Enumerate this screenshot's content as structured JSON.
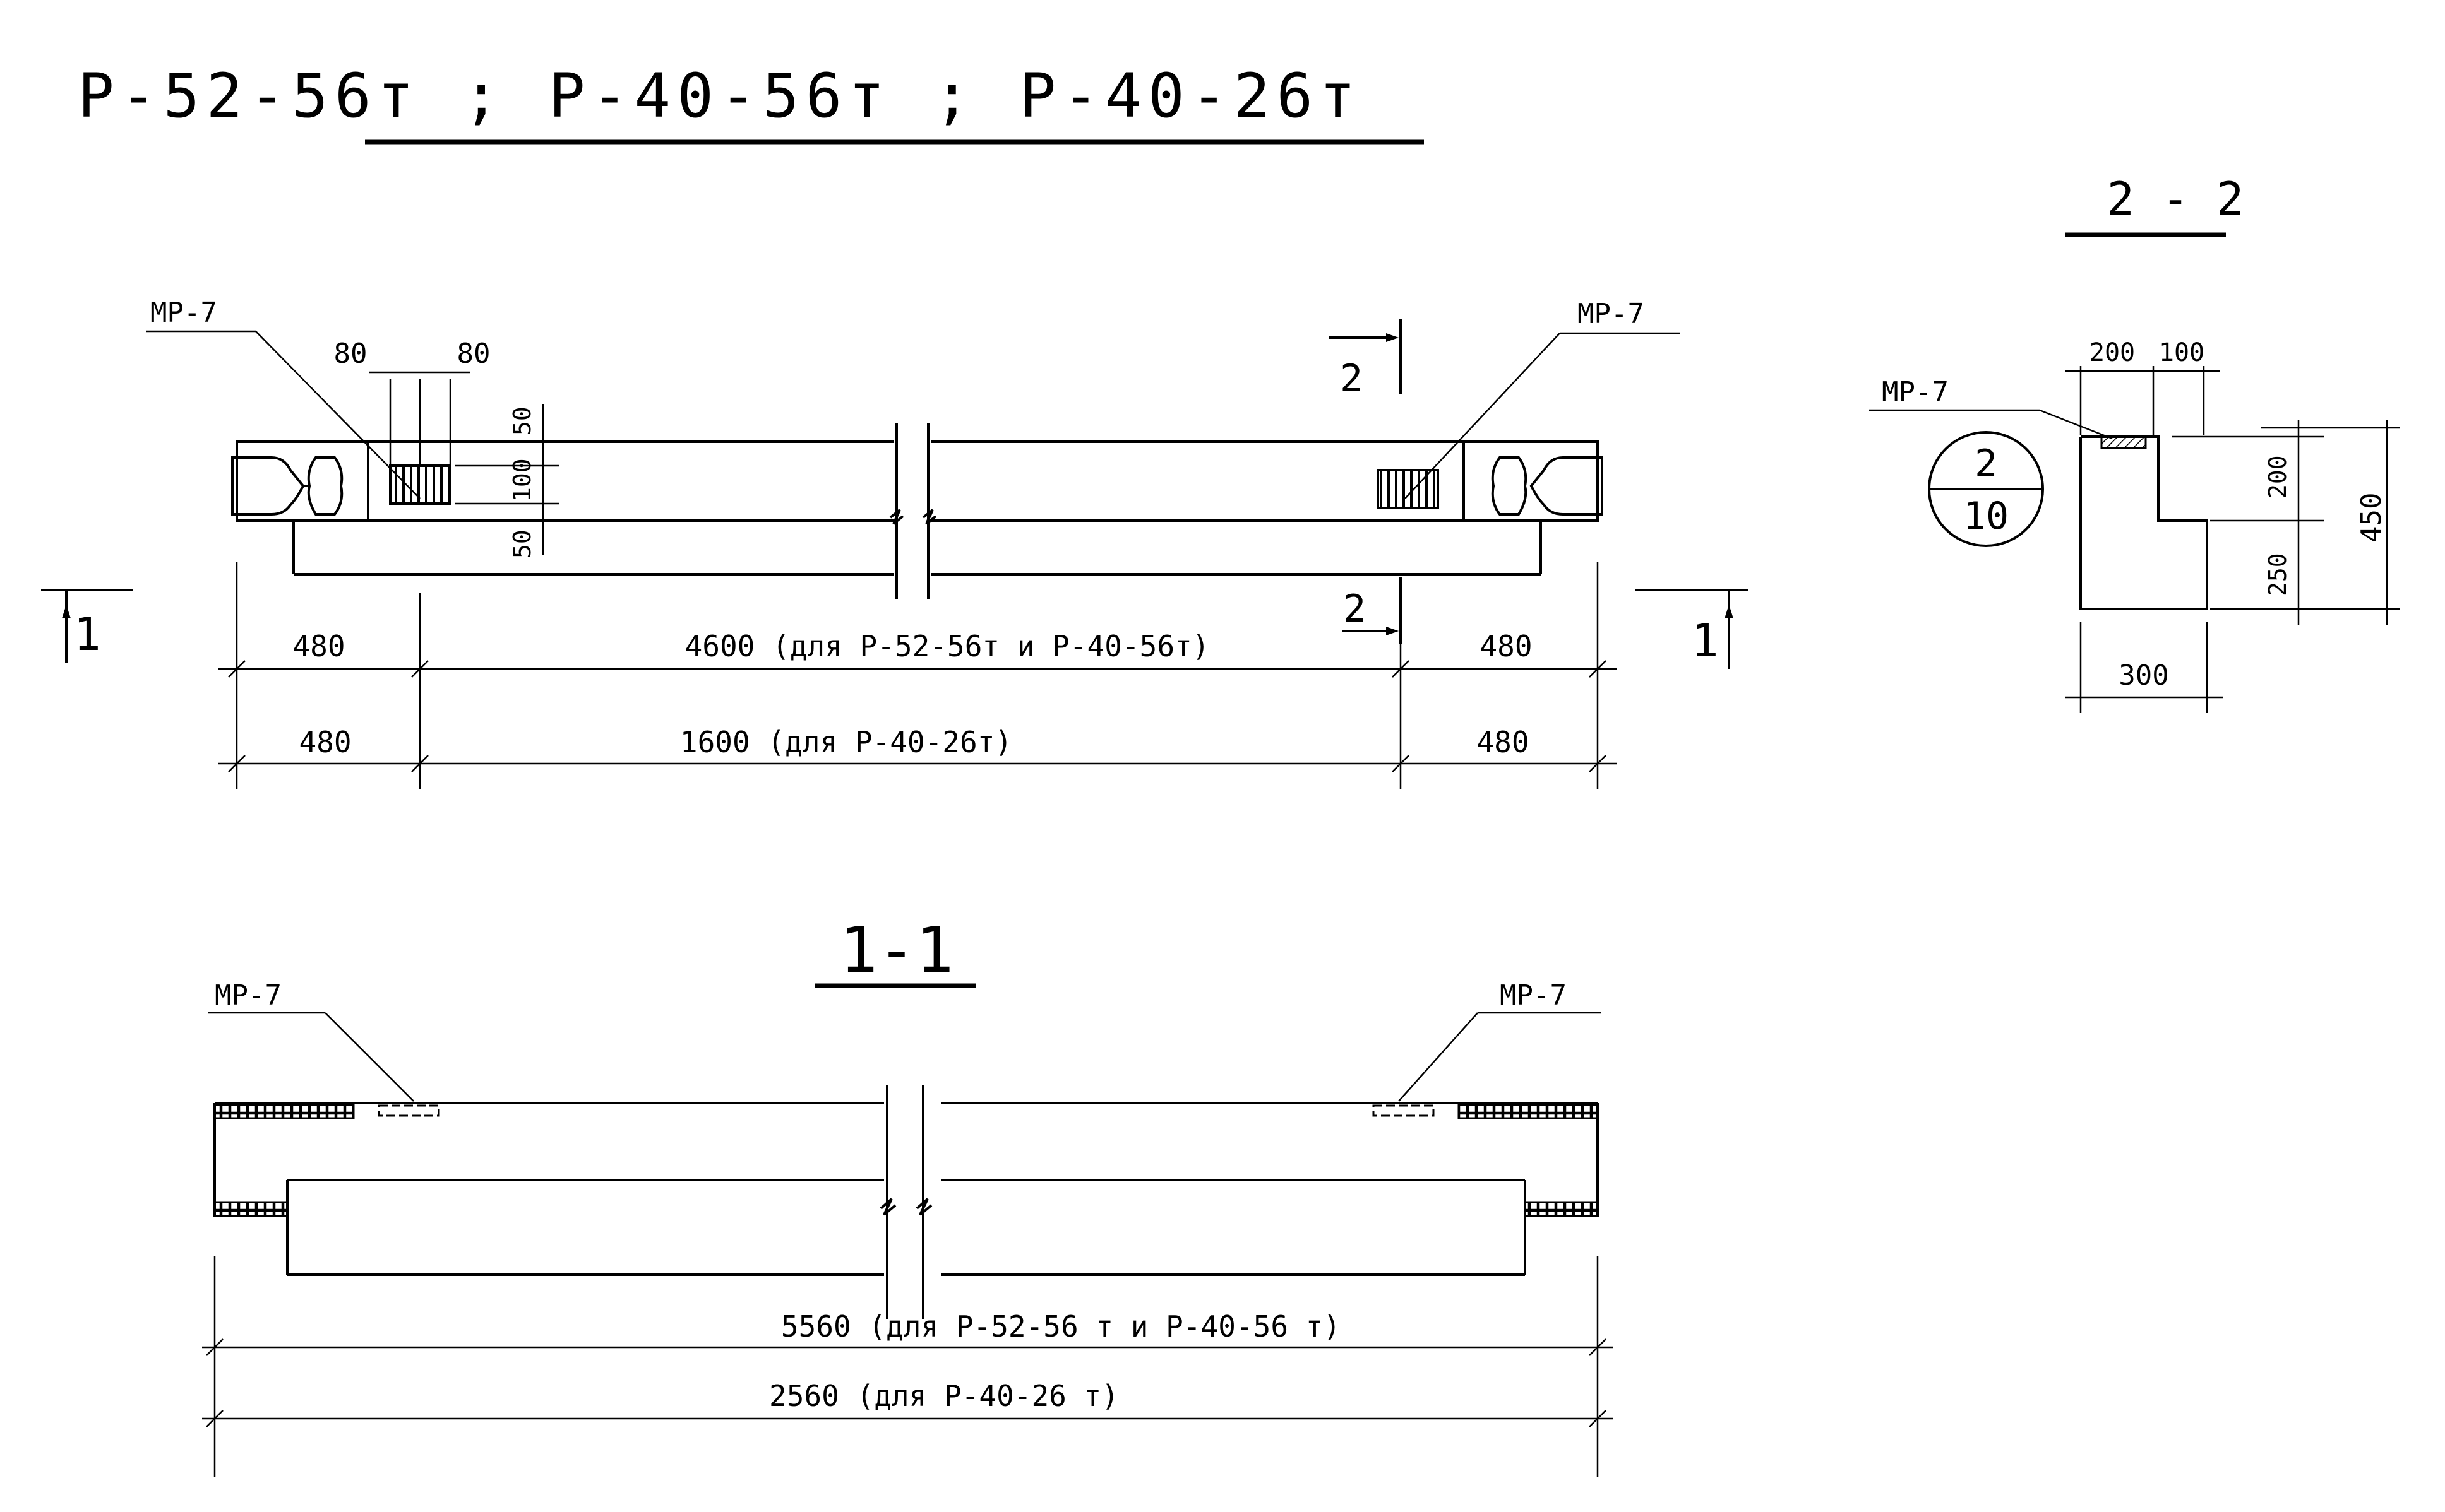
{
  "title": "Р-52-56т ; Р-40-56т ; Р-40-26т",
  "plan": {
    "label_left": "МР-7",
    "label_right": "МР-7",
    "dim_80_left": "80",
    "dim_80_right": "80",
    "dim_50_top": "50",
    "dim_100": "100",
    "dim_50_bottom": "50",
    "cut_2_top": "2",
    "cut_2_bottom": "2",
    "cut_1_left": "1",
    "cut_1_right": "1",
    "row1": {
      "left": "480",
      "middle": "4600 (для Р-52-56т и Р-40-56т)",
      "right": "480"
    },
    "row2": {
      "left": "480",
      "middle": "1600 (для Р-40-26т)",
      "right": "480"
    }
  },
  "section_2_2": {
    "title": "2 - 2",
    "label": "МР-7",
    "dim_200_top": "200",
    "dim_100_top": "100",
    "dim_200_side": "200",
    "dim_250_side": "250",
    "dim_450": "450",
    "dim_300": "300",
    "node_top": "2",
    "node_bottom": "10"
  },
  "section_1_1": {
    "title": "1-1",
    "label_left": "МР-7",
    "label_right": "МР-7",
    "dim_row1": "5560 (для Р-52-56 т и Р-40-56 т)",
    "dim_row2": "2560 (для Р-40-26 т)"
  }
}
